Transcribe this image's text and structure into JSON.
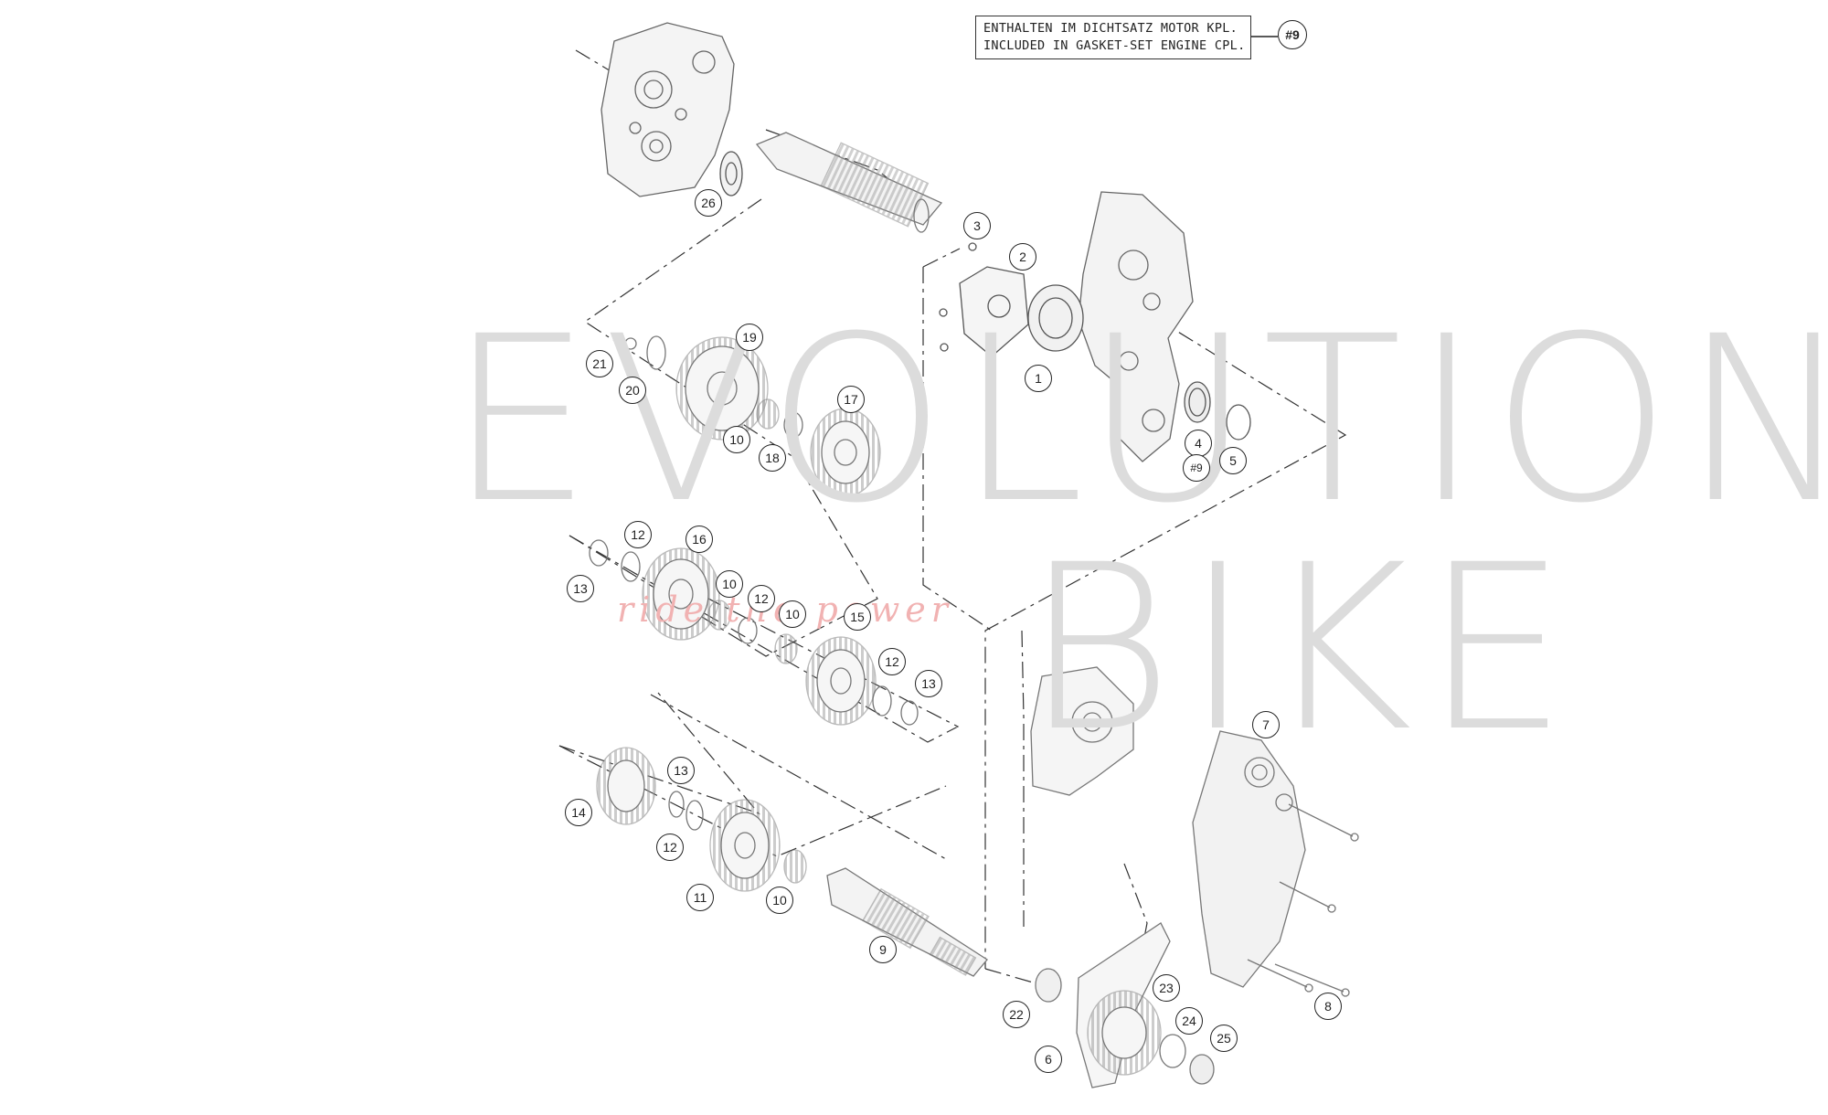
{
  "note": {
    "line1": "ENTHALTEN IM DICHTSATZ MOTOR KPL.",
    "line2": "INCLUDED IN GASKET-SET ENGINE CPL.",
    "ref": "#9"
  },
  "watermark": {
    "word1": "EVOLUTI",
    "letter_o": "O",
    "word1_end": "N",
    "letter_b": "B",
    "word2": "IKE",
    "tagline": "ride the power"
  },
  "callouts": [
    {
      "id": "c1",
      "label": "1"
    },
    {
      "id": "c2",
      "label": "2"
    },
    {
      "id": "c3",
      "label": "3"
    },
    {
      "id": "c4",
      "label": "4"
    },
    {
      "id": "c9ref",
      "label": "#9"
    },
    {
      "id": "c5",
      "label": "5"
    },
    {
      "id": "c6",
      "label": "6"
    },
    {
      "id": "c7",
      "label": "7"
    },
    {
      "id": "c8",
      "label": "8"
    },
    {
      "id": "c9",
      "label": "9"
    },
    {
      "id": "c10a",
      "label": "10"
    },
    {
      "id": "c10b",
      "label": "10"
    },
    {
      "id": "c10c",
      "label": "10"
    },
    {
      "id": "c10d",
      "label": "10"
    },
    {
      "id": "c11",
      "label": "11"
    },
    {
      "id": "c12a",
      "label": "12"
    },
    {
      "id": "c12b",
      "label": "12"
    },
    {
      "id": "c12c",
      "label": "12"
    },
    {
      "id": "c12d",
      "label": "12"
    },
    {
      "id": "c13a",
      "label": "13"
    },
    {
      "id": "c13b",
      "label": "13"
    },
    {
      "id": "c13c",
      "label": "13"
    },
    {
      "id": "c14",
      "label": "14"
    },
    {
      "id": "c15",
      "label": "15"
    },
    {
      "id": "c16",
      "label": "16"
    },
    {
      "id": "c17",
      "label": "17"
    },
    {
      "id": "c18",
      "label": "18"
    },
    {
      "id": "c19",
      "label": "19"
    },
    {
      "id": "c20",
      "label": "20"
    },
    {
      "id": "c21",
      "label": "21"
    },
    {
      "id": "c22",
      "label": "22"
    },
    {
      "id": "c23",
      "label": "23"
    },
    {
      "id": "c24",
      "label": "24"
    },
    {
      "id": "c25",
      "label": "25"
    },
    {
      "id": "c26",
      "label": "26"
    }
  ]
}
